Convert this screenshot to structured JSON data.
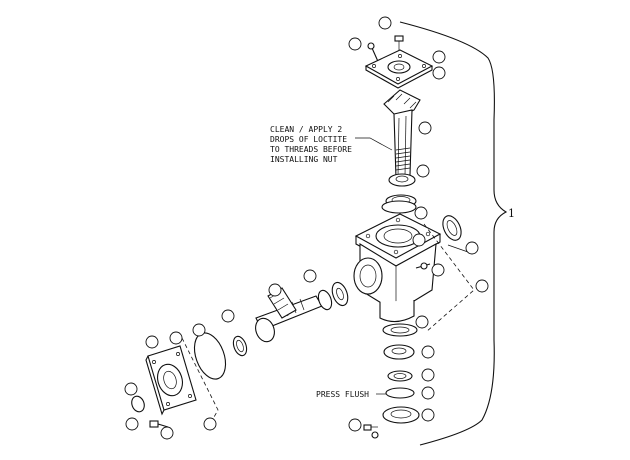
{
  "assembly_ref": "1",
  "note_lines": [
    "CLEAN / APPLY 2",
    "DROPS OF LOCTITE",
    "TO THREADS BEFORE",
    "INSTALLING NUT"
  ],
  "bottom_note": "PRESS FLUSH"
}
